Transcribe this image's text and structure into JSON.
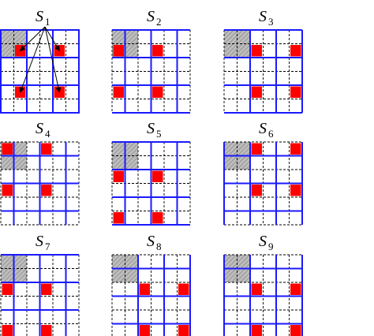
{
  "figure": {
    "panels": [
      {
        "letter": "S",
        "subscript": "1",
        "shaded_cells": [
          [
            0,
            0
          ],
          [
            0,
            1
          ],
          [
            1,
            0
          ],
          [
            1,
            1
          ]
        ],
        "arrows": true
      },
      {
        "letter": "S",
        "subscript": "2",
        "shaded_cells": [
          [
            0,
            0
          ],
          [
            0,
            1
          ],
          [
            1,
            0
          ],
          [
            1,
            1
          ]
        ],
        "arrows": false
      },
      {
        "letter": "S",
        "subscript": "3",
        "shaded_cells": [
          [
            0,
            0
          ],
          [
            0,
            1
          ],
          [
            1,
            0
          ],
          [
            1,
            1
          ]
        ],
        "arrows": false
      },
      {
        "letter": "S",
        "subscript": "4",
        "shaded_cells": [
          [
            0,
            0
          ],
          [
            0,
            1
          ],
          [
            1,
            0
          ],
          [
            1,
            1
          ]
        ],
        "arrows": false
      },
      {
        "letter": "S",
        "subscript": "5",
        "shaded_cells": [
          [
            0,
            0
          ],
          [
            0,
            1
          ],
          [
            1,
            0
          ],
          [
            1,
            1
          ]
        ],
        "arrows": false
      },
      {
        "letter": "S",
        "subscript": "6",
        "shaded_cells": [
          [
            0,
            0
          ],
          [
            0,
            1
          ],
          [
            1,
            0
          ],
          [
            1,
            1
          ]
        ],
        "arrows": false
      },
      {
        "letter": "S",
        "subscript": "7",
        "shaded_cells": [
          [
            0,
            0
          ],
          [
            0,
            1
          ],
          [
            1,
            0
          ],
          [
            1,
            1
          ]
        ],
        "arrows": false
      },
      {
        "letter": "S",
        "subscript": "8",
        "shaded_cells": [
          [
            0,
            0
          ],
          [
            0,
            1
          ],
          [
            1,
            0
          ],
          [
            1,
            1
          ]
        ],
        "arrows": false
      },
      {
        "letter": "S",
        "subscript": "9",
        "shaded_cells": [
          [
            0,
            0
          ],
          [
            0,
            1
          ],
          [
            1,
            0
          ],
          [
            1,
            1
          ]
        ],
        "arrows": false
      }
    ],
    "grid_cells": 6,
    "colors": {
      "blue_grid": "#1a1aff",
      "dashed_grid": "#000000",
      "marker": "#ff0000",
      "shade": "#b8b8b8"
    }
  }
}
